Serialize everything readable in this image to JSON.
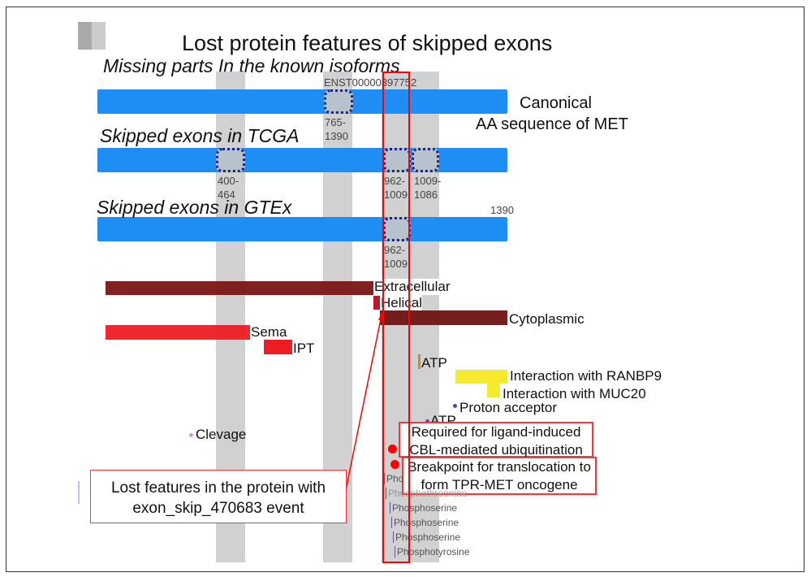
{
  "title": "Lost protein features of skipped exons",
  "sections": {
    "known": "Missing parts In the known isoforms",
    "tcga": "Skipped exons in TCGA",
    "gtex": "Skipped exons in GTEx"
  },
  "isoform_id": "ENST00000397752",
  "canonical": {
    "line1": "Canonical",
    "line2": "AA sequence of MET"
  },
  "length_label": "1390",
  "exon_labels": {
    "known1": "765-\n1390",
    "tcga1": "400-\n464",
    "tcga2": "962-\n1009",
    "tcga3": "1009-\n1086",
    "gtex1": "962-\n1009"
  },
  "features": {
    "extracellular": "Extracellular",
    "helical": "Helical",
    "cytoplasmic": "Cytoplasmic",
    "sema": "Sema",
    "ipt": "IPT",
    "atp1": "ATP",
    "ranbp9": "Interaction with RANBP9",
    "muc20": "Interaction with MUC20",
    "proton": "Proton acceptor",
    "atp2": "ATP",
    "clevage": "Clevage"
  },
  "callouts": {
    "cbl": "Required for ligand-induced CBL-mediated ubiquitination",
    "tpr": "Breakpoint for translocation to form TPR-MET oncogene",
    "lost": "Lost features in the protein with exon_skip_470683 event"
  },
  "phospho": [
    "Pho",
    "Phosphothreonine",
    "Phosphoserine",
    "Phosphoserine",
    "Phosphoserine",
    "Phosphotyrosine"
  ],
  "colors": {
    "bar": "#1e8ef5",
    "topo": "#7a1616",
    "domain": "#ee1c25",
    "highlight": "#ff0000",
    "interaction": "#f5ea2e"
  }
}
